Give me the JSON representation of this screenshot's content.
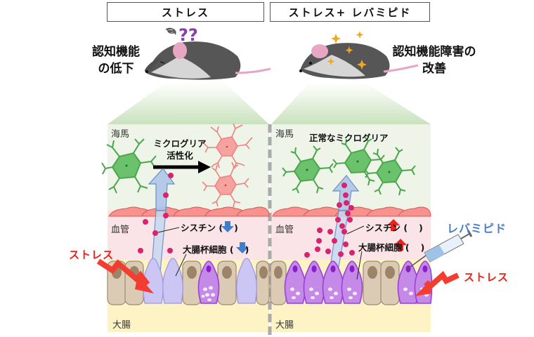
{
  "headers": {
    "left": "ストレス",
    "right": "ストレス+ レバミピド"
  },
  "outcomes": {
    "left_line1": "認知機能",
    "left_line2": "の低下",
    "right_line1": "認知機能障害の",
    "right_line2": "改善"
  },
  "left_panel": {
    "hippocampus_label": "海馬",
    "microglia_activation_line1": "ミクログリア",
    "microglia_activation_line2": "活性化",
    "blood_vessel_label": "血管",
    "cystine_label": "シスチン (",
    "cystine_close": ")",
    "cystine_change": "down",
    "goblet_cell_label": "大腸杯細胞 (",
    "goblet_cell_close": ")",
    "goblet_cell_change": "down",
    "colon_label": "大腸",
    "stress_label": "ストレス"
  },
  "right_panel": {
    "hippocampus_label": "海馬",
    "normal_microglia_label": "正常なミクログリア",
    "blood_vessel_label": "血管",
    "cystine_label": "シスチン (",
    "cystine_close": ")",
    "cystine_change": "up",
    "goblet_cell_label": "大腸杯細胞 (",
    "goblet_cell_close": ")",
    "goblet_cell_change": "up",
    "colon_label": "大腸",
    "stress_label": "ストレス",
    "drug_label": "レバミピド"
  },
  "colors": {
    "hippocampus_bg": "#eef5e8",
    "vessel_bg": "#fbe4e8",
    "colon_bg": "#fdf3c4",
    "microglia_normal": "#5cb85c",
    "microglia_activated": "#f08080",
    "cystine_dot": "#d6246e",
    "stress_red": "#e8231c",
    "drug_blue": "#4a7fc4",
    "arrow_down": "#3f7fc9",
    "arrow_up": "#e8231c",
    "goblet_purple": "#9b40d8",
    "goblet_pale": "#c9c3f2",
    "enterocyte": "#d9c9b3"
  }
}
